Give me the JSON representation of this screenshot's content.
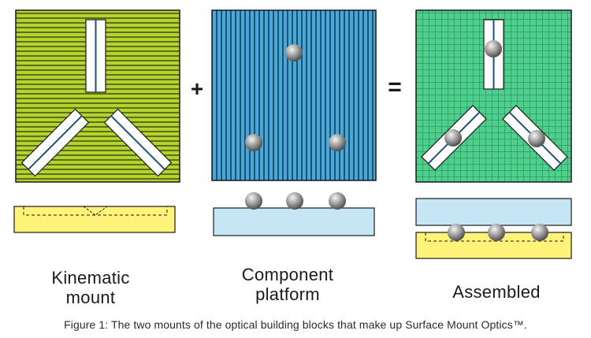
{
  "operators": {
    "plus": "+",
    "equals": "="
  },
  "labels": {
    "kinematic_line1": "Kinematic",
    "kinematic_line2": "mount",
    "component_line1": "Component",
    "component_line2": "platform",
    "assembled": "Assembled"
  },
  "caption": "Figure 1: The two mounts of the optical building blocks that make up Surface Mount Optics™.",
  "colors": {
    "kinematic_fill": "#b8d12b",
    "kinematic_lines": "#3d5a1a",
    "platform_fill": "#4aa8d6",
    "platform_lines": "#0d3e5e",
    "assembled_fill": "#4dd18a",
    "assembled_grid": "#1a7a55",
    "groove_fill": "#ffffff",
    "groove_line": "#1f4f7a",
    "mount_side": "#fff37a",
    "platform_side": "#c7e6f5",
    "ball": "#9a9a9a"
  }
}
